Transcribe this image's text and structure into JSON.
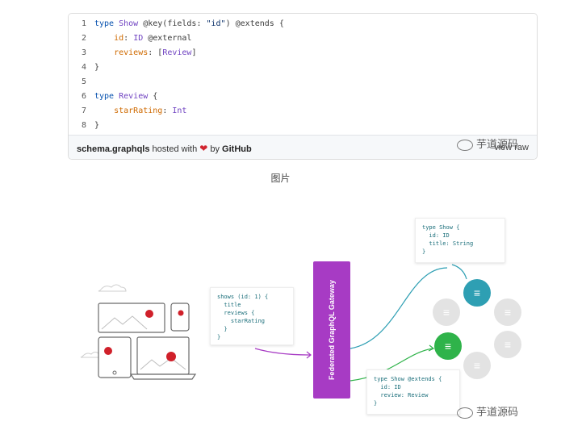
{
  "gist": {
    "lines": [
      {
        "n": "1",
        "parts": [
          [
            "kw",
            "type "
          ],
          [
            "ty",
            "Show "
          ],
          [
            "df",
            "@key(fields: "
          ],
          [
            "st",
            "\"id\""
          ],
          [
            "df",
            ") @extends {"
          ]
        ]
      },
      {
        "n": "2",
        "parts": [
          [
            "df",
            "    "
          ],
          [
            "nm",
            "id"
          ],
          [
            "df",
            ": "
          ],
          [
            "ty",
            "ID "
          ],
          [
            "df",
            "@external"
          ]
        ]
      },
      {
        "n": "3",
        "parts": [
          [
            "df",
            "    "
          ],
          [
            "nm",
            "reviews"
          ],
          [
            "df",
            ": ["
          ],
          [
            "ty",
            "Review"
          ],
          [
            "df",
            "]"
          ]
        ]
      },
      {
        "n": "4",
        "parts": [
          [
            "df",
            "}"
          ]
        ]
      },
      {
        "n": "5",
        "parts": []
      },
      {
        "n": "6",
        "parts": [
          [
            "kw",
            "type "
          ],
          [
            "ty",
            "Review "
          ],
          [
            "df",
            "{"
          ]
        ]
      },
      {
        "n": "7",
        "parts": [
          [
            "df",
            "    "
          ],
          [
            "nm",
            "starRating"
          ],
          [
            "df",
            ": "
          ],
          [
            "ty",
            "Int"
          ]
        ]
      },
      {
        "n": "8",
        "parts": [
          [
            "df",
            "}"
          ]
        ]
      }
    ],
    "filename": "schema.graphqls",
    "hosted_text": " hosted with ",
    "by_text": " by ",
    "host": "GitHub",
    "view_raw": "view raw"
  },
  "watermark": "芋道源码",
  "caption": "图片",
  "diagram": {
    "query_box": "shows (id: 1) {\n  title\n  reviews {\n    starRating\n  }\n}",
    "show_box": "type Show {\n  id: ID\n  title: String\n}",
    "extends_box": "type Show @extends {\n  id: ID\n  review: Review\n}",
    "gateway_label": "Federated GraphQL Gateway",
    "colors": {
      "gateway": "#a73bc4",
      "teal": "#2e9fb3",
      "green": "#2fb34a",
      "grey": "#e3e3e3",
      "red": "#d0202a"
    }
  }
}
